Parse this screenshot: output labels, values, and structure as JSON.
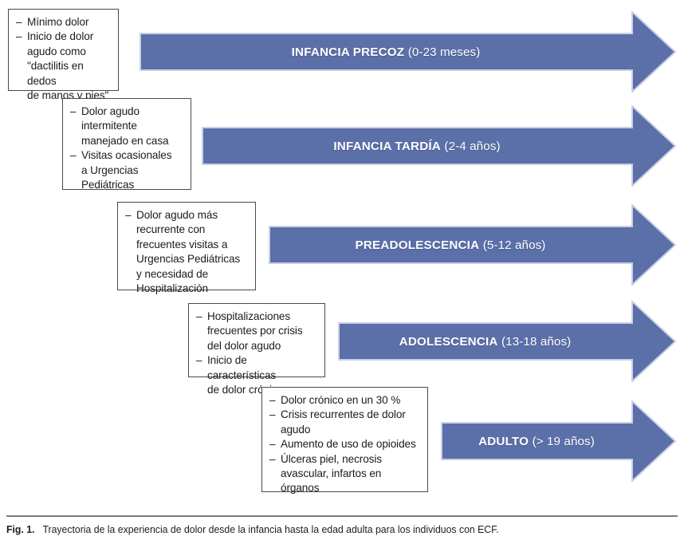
{
  "figure": {
    "caption_label": "Fig. 1.",
    "caption_text": "Trayectoria de la experiencia de dolor desde la infancia hasta la edad adulta para los individuos con ECF."
  },
  "colors": {
    "arrow_fill": "#5B6FA8",
    "arrow_edge": "#c9cfe4",
    "box_border": "#4a4a4a",
    "text": "#1c1c1c",
    "arrow_label_text": "#ffffff"
  },
  "chart_data": {
    "type": "diagram",
    "title": "Trayectoria de la experiencia de dolor desde la infancia hasta la edad adulta para los individuos con ECF",
    "stages": [
      {
        "name": "INFANCIA PRECOZ",
        "age_range": "(0-23 meses)",
        "features": [
          "Mínimo dolor",
          "Inicio de dolor agudo como \"dactilitis en dedos de manos y pies\""
        ]
      },
      {
        "name": "INFANCIA TARDÍA",
        "age_range": "(2-4 años)",
        "features": [
          "Dolor agudo intermitente manejado en casa",
          "Visitas ocasionales a Urgencias Pediátricas"
        ]
      },
      {
        "name": "PREADOLESCENCIA",
        "age_range": "(5-12 años)",
        "features": [
          "Dolor agudo más recurrente con frecuentes visitas a Urgencias Pediátricas y necesidad de Hospitalización"
        ]
      },
      {
        "name": "ADOLESCENCIA",
        "age_range": "(13-18 años)",
        "features": [
          "Hospitalizaciones frecuentes por crisis del dolor agudo",
          "Inicio de características de dolor crónico"
        ]
      },
      {
        "name": "ADULTO",
        "age_range": "(> 19 años)",
        "features": [
          "Dolor crónico en un 30 %",
          "Crisis recurrentes de dolor agudo",
          "Aumento de uso de opioides",
          "Úlceras piel, necrosis avascular, infartos en órganos"
        ]
      }
    ]
  },
  "boxes": [
    {
      "id": "infancia-precoz",
      "lines": [
        [
          "Mínimo dolor"
        ],
        [
          "Inicio de dolor",
          "agudo como",
          "\"dactilitis en dedos",
          "de manos y pies\""
        ]
      ]
    },
    {
      "id": "infancia-tardia",
      "lines": [
        [
          "Dolor agudo",
          "intermitente",
          "manejado en casa"
        ],
        [
          "Visitas ocasionales",
          "a Urgencias",
          "Pediátricas"
        ]
      ]
    },
    {
      "id": "preadolescencia",
      "lines": [
        [
          "Dolor agudo más",
          "recurrente con",
          "frecuentes visitas a",
          "Urgencias Pediátricas",
          "y necesidad de",
          "Hospitalización"
        ]
      ]
    },
    {
      "id": "adolescencia",
      "lines": [
        [
          "Hospitalizaciones",
          "frecuentes por crisis",
          "del dolor agudo"
        ],
        [
          "Inicio de características",
          "de dolor crónico"
        ]
      ]
    },
    {
      "id": "adulto",
      "lines": [
        [
          "Dolor crónico en un 30 %"
        ],
        [
          "Crisis recurrentes de dolor",
          "agudo"
        ],
        [
          "Aumento de uso de opioides"
        ],
        [
          "Úlceras piel, necrosis",
          "avascular, infartos en",
          "órganos"
        ]
      ]
    }
  ],
  "arrows": [
    {
      "id": "arrow-infancia-precoz",
      "name": "INFANCIA PRECOZ",
      "unit": "(0-23 meses)"
    },
    {
      "id": "arrow-infancia-tardia",
      "name": "INFANCIA TARDÍA",
      "unit": "(2-4 años)"
    },
    {
      "id": "arrow-preadolescencia",
      "name": "PREADOLESCENCIA",
      "unit": "(5-12 años)"
    },
    {
      "id": "arrow-adolescencia",
      "name": "ADOLESCENCIA",
      "unit": "(13-18 años)"
    },
    {
      "id": "arrow-adulto",
      "name": "ADULTO",
      "unit": "(> 19 años)"
    }
  ],
  "bullet_dash": "–"
}
